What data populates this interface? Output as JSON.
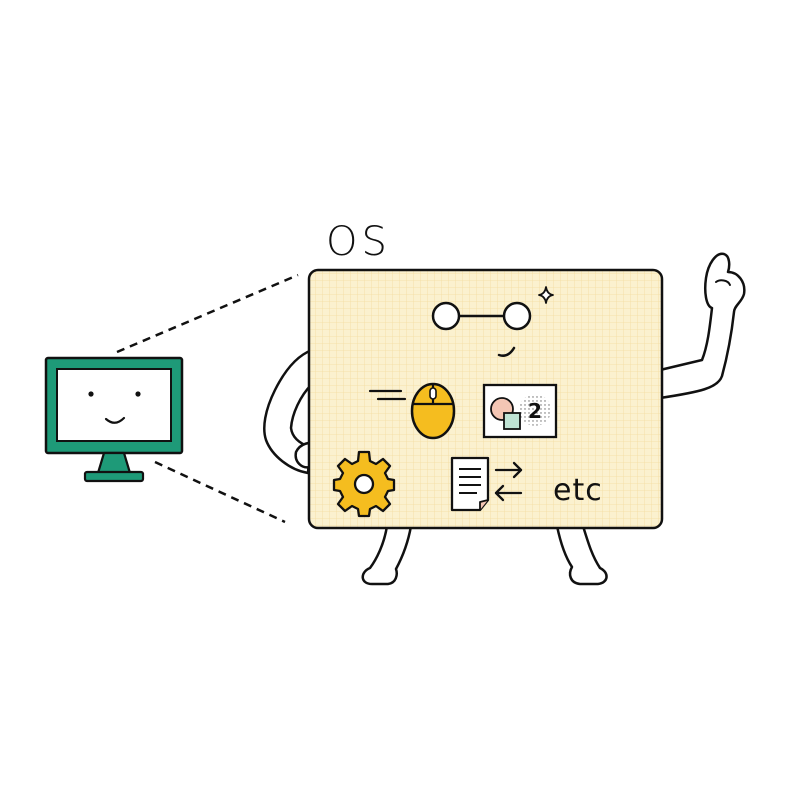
{
  "os_label": "OS",
  "etc_label": "etc",
  "window_number": "2",
  "icons": [
    "monitor-icon",
    "mouse-icon",
    "window-switch-icon",
    "gear-icon",
    "file-transfer-icon",
    "glasses-icon",
    "sparkle-icon"
  ],
  "colors": {
    "monitor": "#1e9a78",
    "board_fill": "#fbf1cf",
    "grid_line": "#f3dca0",
    "accent_yellow": "#f5bd1f",
    "outline": "#111111",
    "window_teal": "#bfe3d4",
    "window_pink": "#f4c6b4"
  }
}
